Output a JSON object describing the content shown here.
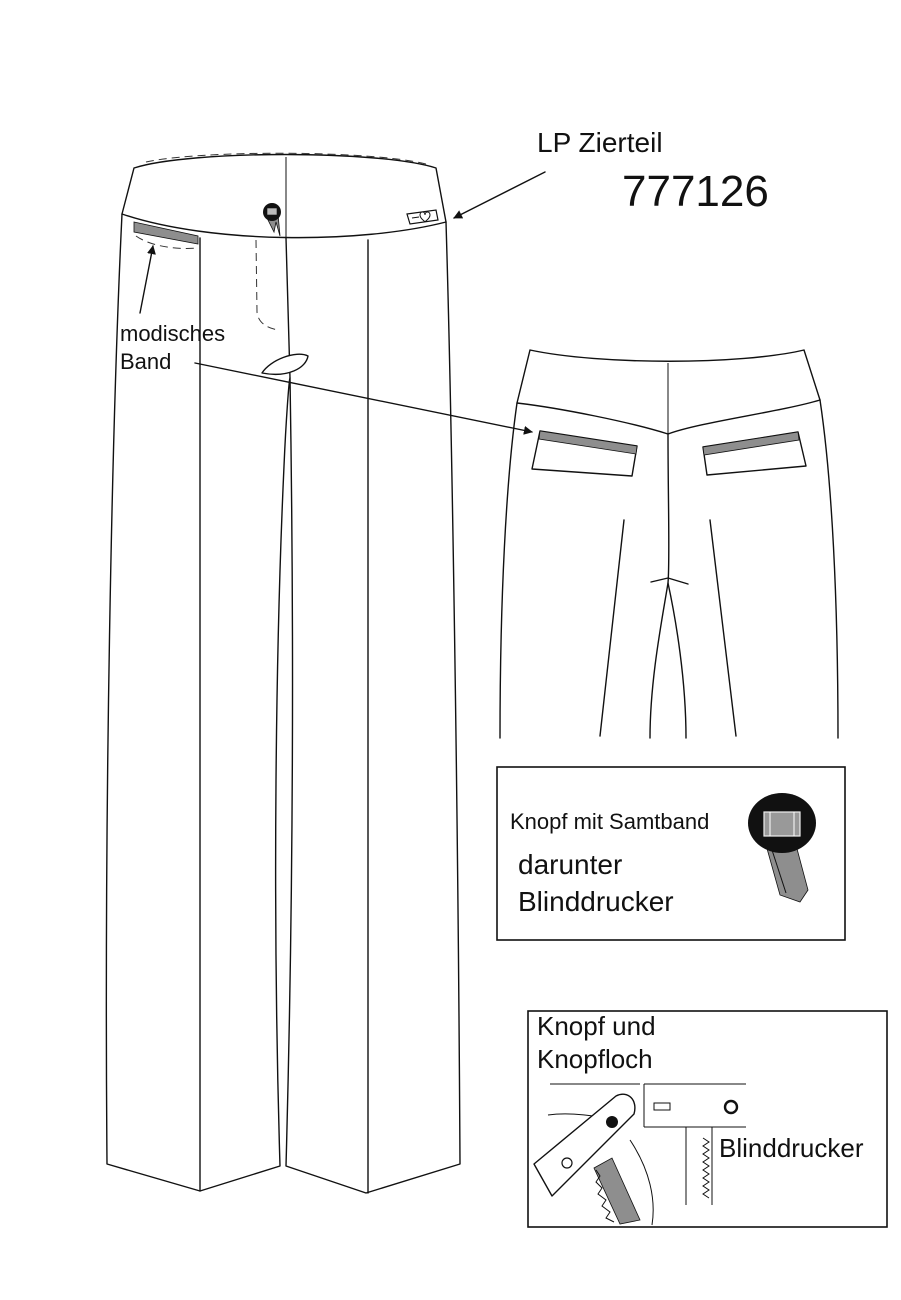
{
  "labels": {
    "decor_part": "LP Zierteil",
    "article_number": "777126",
    "fashion_band_line1": "modisches",
    "fashion_band_line2": "Band"
  },
  "detail_button_velvet": {
    "line1": "Knopf mit Samtband",
    "line2": "darunter",
    "line3": "Blinddrucker"
  },
  "detail_button_hole": {
    "line1": "Knopf und",
    "line2": "Knopfloch",
    "line3": "Blinddrucker"
  },
  "colors": {
    "line": "#111111",
    "band_gray": "#8e8e8e",
    "background": "#ffffff"
  }
}
